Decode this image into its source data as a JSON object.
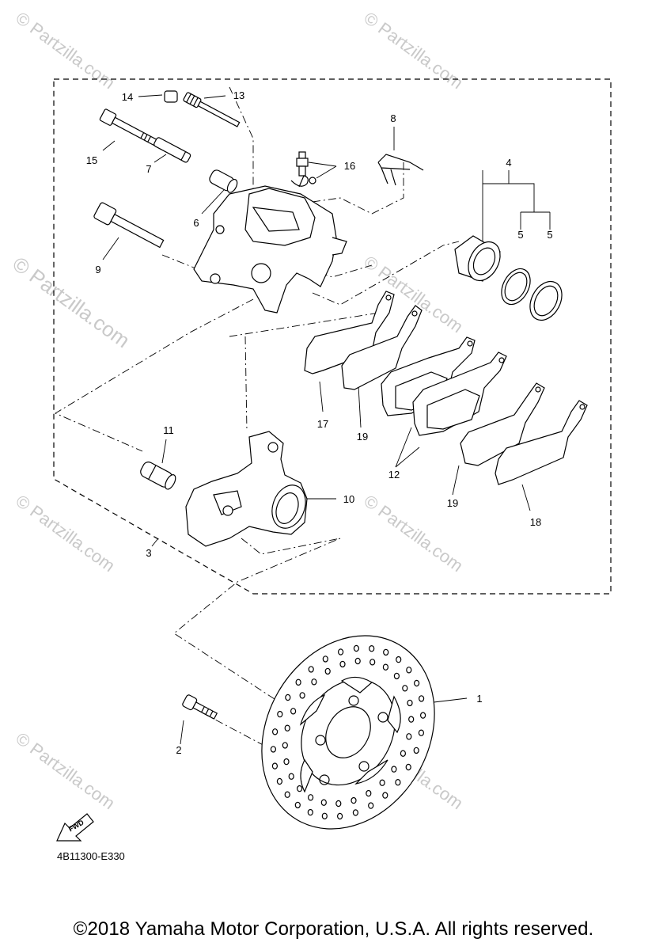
{
  "watermark_text": "© Partzilla.com",
  "callouts": [
    {
      "id": "1",
      "text": "1"
    },
    {
      "id": "2",
      "text": "2"
    },
    {
      "id": "3",
      "text": "3"
    },
    {
      "id": "4",
      "text": "4"
    },
    {
      "id": "5a",
      "text": "5"
    },
    {
      "id": "5b",
      "text": "5"
    },
    {
      "id": "6",
      "text": "6"
    },
    {
      "id": "7",
      "text": "7"
    },
    {
      "id": "8",
      "text": "8"
    },
    {
      "id": "9",
      "text": "9"
    },
    {
      "id": "10",
      "text": "10"
    },
    {
      "id": "11",
      "text": "11"
    },
    {
      "id": "12",
      "text": "12"
    },
    {
      "id": "13",
      "text": "13"
    },
    {
      "id": "14",
      "text": "14"
    },
    {
      "id": "15",
      "text": "15"
    },
    {
      "id": "16",
      "text": "16"
    },
    {
      "id": "17",
      "text": "17"
    },
    {
      "id": "18",
      "text": "18"
    },
    {
      "id": "19a",
      "text": "19"
    },
    {
      "id": "19b",
      "text": "19"
    }
  ],
  "fwd_label": "FWD",
  "diagram_code": "4B11300-E330",
  "copyright": "©2018 Yamaha Motor Corporation, U.S.A. All rights reserved."
}
